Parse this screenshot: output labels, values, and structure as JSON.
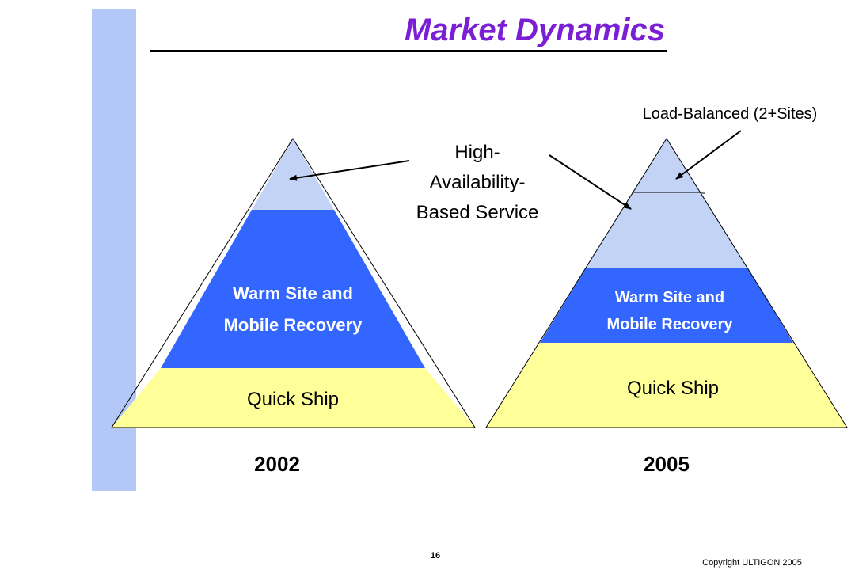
{
  "title": "Market Dynamics",
  "colors": {
    "accent_band": "#b3c8f7",
    "title": "#7a1fd4",
    "high_availability": "#c3d3f5",
    "warm_site": "#3366ff",
    "quick_ship": "#ffff99"
  },
  "pyramid_2002": {
    "year": "2002",
    "warm_site_line1": "Warm Site and",
    "warm_site_line2": "Mobile Recovery",
    "quick_ship": "Quick Ship"
  },
  "pyramid_2005": {
    "year": "2005",
    "warm_site_line1": "Warm Site and",
    "warm_site_line2": "Mobile Recovery",
    "quick_ship": "Quick Ship"
  },
  "callouts": {
    "high_availability_line1": "High-",
    "high_availability_line2": "Availability-",
    "high_availability_line3": "Based Service",
    "load_balanced": "Load-Balanced (2+Sites)"
  },
  "footer": {
    "slide_number": "16",
    "copyright": "Copyright ULTIGON 2005"
  }
}
